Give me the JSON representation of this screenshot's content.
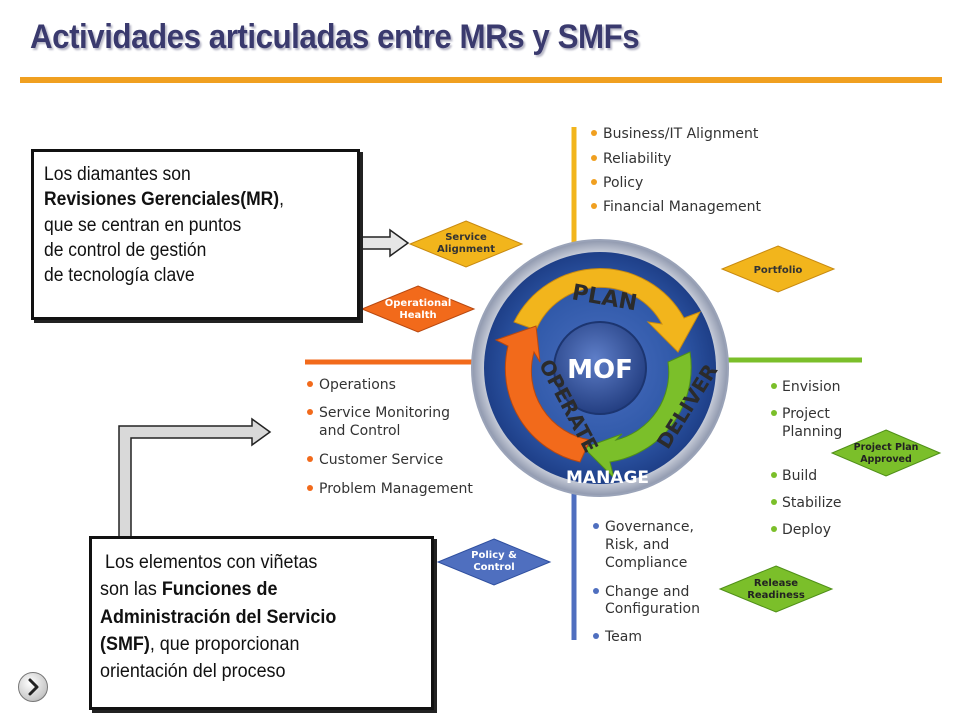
{
  "slide": {
    "title": "Actividades articuladas entre MRs y SMFs"
  },
  "callouts": {
    "mr": {
      "line1": "Los diamantes son",
      "line2_bold": "Revisiones Gerenciales(MR)",
      "line2_rest": ",",
      "line3": "que se centran en puntos",
      "line4": "de control de gestión",
      "line5": "de tecnología clave"
    },
    "smf": {
      "line1": " Los elementos con viñetas",
      "line2_pre": "son las ",
      "line2_bold": "Funciones de",
      "line3_bold": "Administración del Servicio",
      "line4_bold": "(SMF)",
      "line4_rest": ", que proporcionan",
      "line5": "orientación del proceso"
    }
  },
  "diagram": {
    "center": "MOF",
    "phases": {
      "plan": "PLAN",
      "deliver": "DELIVER",
      "operate": "OPERATE",
      "manage": "MANAGE"
    },
    "plan_functions": [
      "Business/IT Alignment",
      "Reliability",
      "Policy",
      "Financial Management"
    ],
    "operate_functions": [
      "Operations",
      "Service Monitoring",
      "and Control",
      "Customer Service",
      "Problem Management"
    ],
    "deliver_functions": [
      "Envision",
      "Project",
      "Planning",
      "Build",
      "Stabilize",
      "Deploy"
    ],
    "manage_functions": [
      "Governance,",
      "Risk, and",
      "Compliance",
      "Change and",
      "Configuration",
      "Team"
    ],
    "reviews": {
      "service_alignment": [
        "Service",
        "Alignment"
      ],
      "portfolio": [
        "Portfolio"
      ],
      "operational_health": [
        "Operational",
        "Health"
      ],
      "project_plan_approved": [
        "Project Plan",
        "Approved"
      ],
      "policy_control": [
        "Policy &",
        "Control"
      ],
      "release_readiness": [
        "Release",
        "Readiness"
      ]
    },
    "colors": {
      "plan": "#f2b51c",
      "deliver": "#7bbf2a",
      "operate": "#f26a1b",
      "manage": "#4f6fbf",
      "bullet": "#f0a020",
      "text": "#333333"
    }
  }
}
